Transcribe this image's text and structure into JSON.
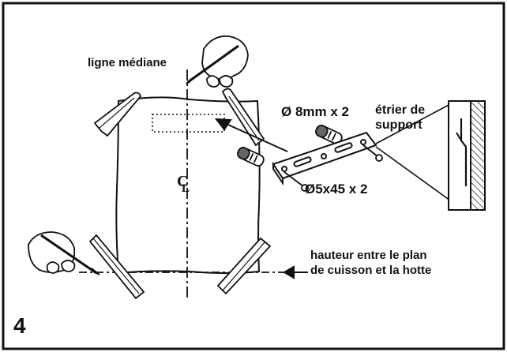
{
  "labels": {
    "median_line": "ligne médiane",
    "plug_size": "Ø 8mm x 2",
    "bracket_line1": "étrier de",
    "bracket_line2": "support",
    "screw_size": "Ø5x45 x 2",
    "height_line1": "hauteur entre le plan",
    "height_line2": "de cuisson et la hotte",
    "centerline_symbol_c": "C",
    "centerline_symbol_l": "L"
  },
  "step_number": "4",
  "icons": [
    "hand-with-pencil-icon",
    "adhesive-tape-icon",
    "wall-plug-icon",
    "screw-icon",
    "support-bracket-icon",
    "wall-section-icon",
    "arrow-icon"
  ],
  "colors": {
    "line": "#111111",
    "background": "#ffffff"
  }
}
